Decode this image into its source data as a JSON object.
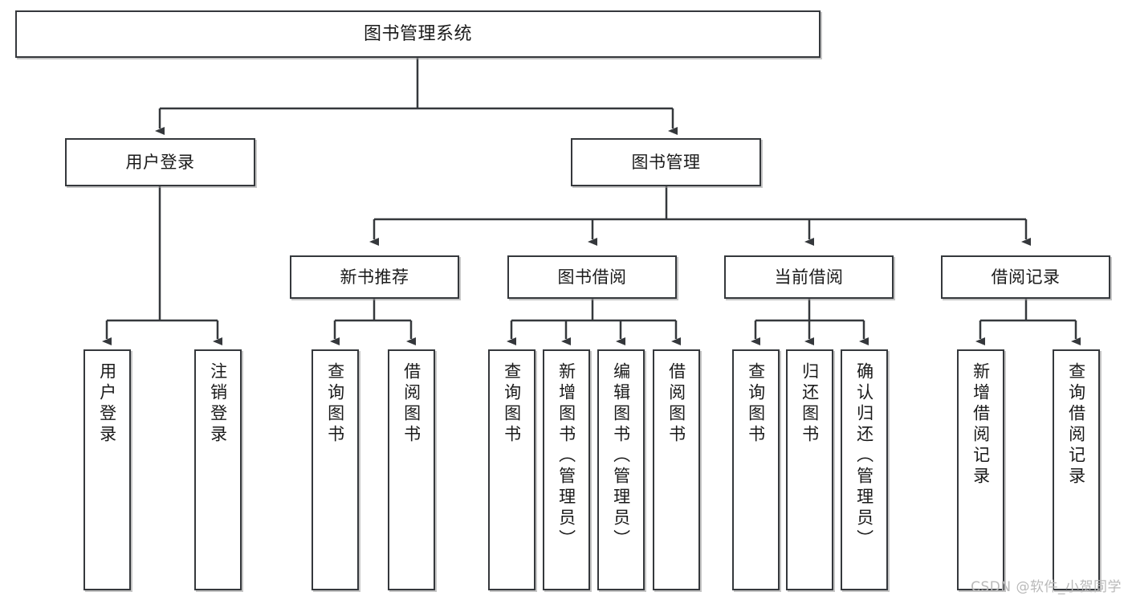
{
  "diagram": {
    "title": "图书管理系统",
    "type": "tree",
    "watermark": "CSDN @软件_小贺同学",
    "colors": {
      "box_border": "#35383c",
      "box_fill": "#ffffff",
      "line": "#2b2b2b",
      "text": "#1a1a1a",
      "watermark": "#b9b9b9"
    },
    "root": {
      "id": "root",
      "label": "图书管理系统"
    },
    "level2": [
      {
        "id": "user-login",
        "label": "用户登录"
      },
      {
        "id": "book-manage",
        "label": "图书管理"
      }
    ],
    "level3": [
      {
        "id": "new-book-rec",
        "label": "新书推荐",
        "parent": "book-manage"
      },
      {
        "id": "book-borrow",
        "label": "图书借阅",
        "parent": "book-manage"
      },
      {
        "id": "current-borrow",
        "label": "当前借阅",
        "parent": "book-manage"
      },
      {
        "id": "borrow-record",
        "label": "借阅记录",
        "parent": "book-manage"
      }
    ],
    "leaves": [
      {
        "id": "leaf-user-login",
        "label": "用户登录",
        "parent": "user-login"
      },
      {
        "id": "leaf-logout",
        "label": "注销登录",
        "parent": "user-login"
      },
      {
        "id": "leaf-query-book-rec",
        "label": "查询图书",
        "parent": "new-book-rec"
      },
      {
        "id": "leaf-borrow-book-rec",
        "label": "借阅图书",
        "parent": "new-book-rec"
      },
      {
        "id": "leaf-query-book-borrow",
        "label": "查询图书",
        "parent": "book-borrow"
      },
      {
        "id": "leaf-add-book",
        "label": "新增图书（管理员）",
        "parent": "book-borrow"
      },
      {
        "id": "leaf-edit-book",
        "label": "编辑图书（管理员）",
        "parent": "book-borrow"
      },
      {
        "id": "leaf-borrow-book",
        "label": "借阅图书",
        "parent": "book-borrow"
      },
      {
        "id": "leaf-query-book-cur",
        "label": "查询图书",
        "parent": "current-borrow"
      },
      {
        "id": "leaf-return-book",
        "label": "归还图书",
        "parent": "current-borrow"
      },
      {
        "id": "leaf-confirm-return",
        "label": "确认归还（管理员）",
        "parent": "current-borrow"
      },
      {
        "id": "leaf-add-record",
        "label": "新增借阅记录",
        "parent": "borrow-record"
      },
      {
        "id": "leaf-query-record",
        "label": "查询借阅记录",
        "parent": "borrow-record"
      }
    ]
  }
}
